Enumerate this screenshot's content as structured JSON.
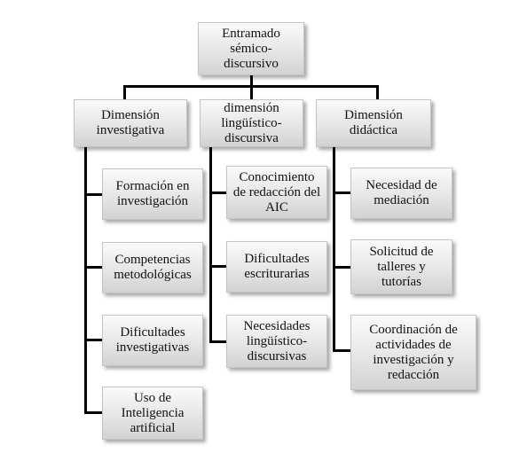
{
  "diagram": {
    "root": {
      "lines": [
        "Entramado",
        "sémico-",
        "discursivo"
      ]
    },
    "branches": [
      {
        "title": [
          "Dimensión",
          "investigativa"
        ],
        "children": [
          [
            "Formación en",
            "investigación"
          ],
          [
            "Competencias",
            "metodológicas"
          ],
          [
            "Dificultades",
            "investigativas"
          ],
          [
            "Uso de",
            "Inteligencia",
            "artificial"
          ]
        ]
      },
      {
        "title": [
          "dimensión",
          "lingüístico-",
          "discursiva"
        ],
        "children": [
          [
            "Conocimiento",
            "de redacción del",
            "AIC"
          ],
          [
            "Dificultades",
            "escriturarias"
          ],
          [
            "Necesidades",
            "lingüístico-",
            "discursivas"
          ]
        ]
      },
      {
        "title": [
          "Dimensión",
          "didáctica"
        ],
        "children": [
          [
            "Necesidad de",
            "mediación"
          ],
          [
            "Solicitud de",
            "talleres y",
            "tutorías"
          ],
          [
            "Coordinación de",
            "actividades de",
            "investigación y",
            "redacción"
          ]
        ]
      }
    ]
  }
}
